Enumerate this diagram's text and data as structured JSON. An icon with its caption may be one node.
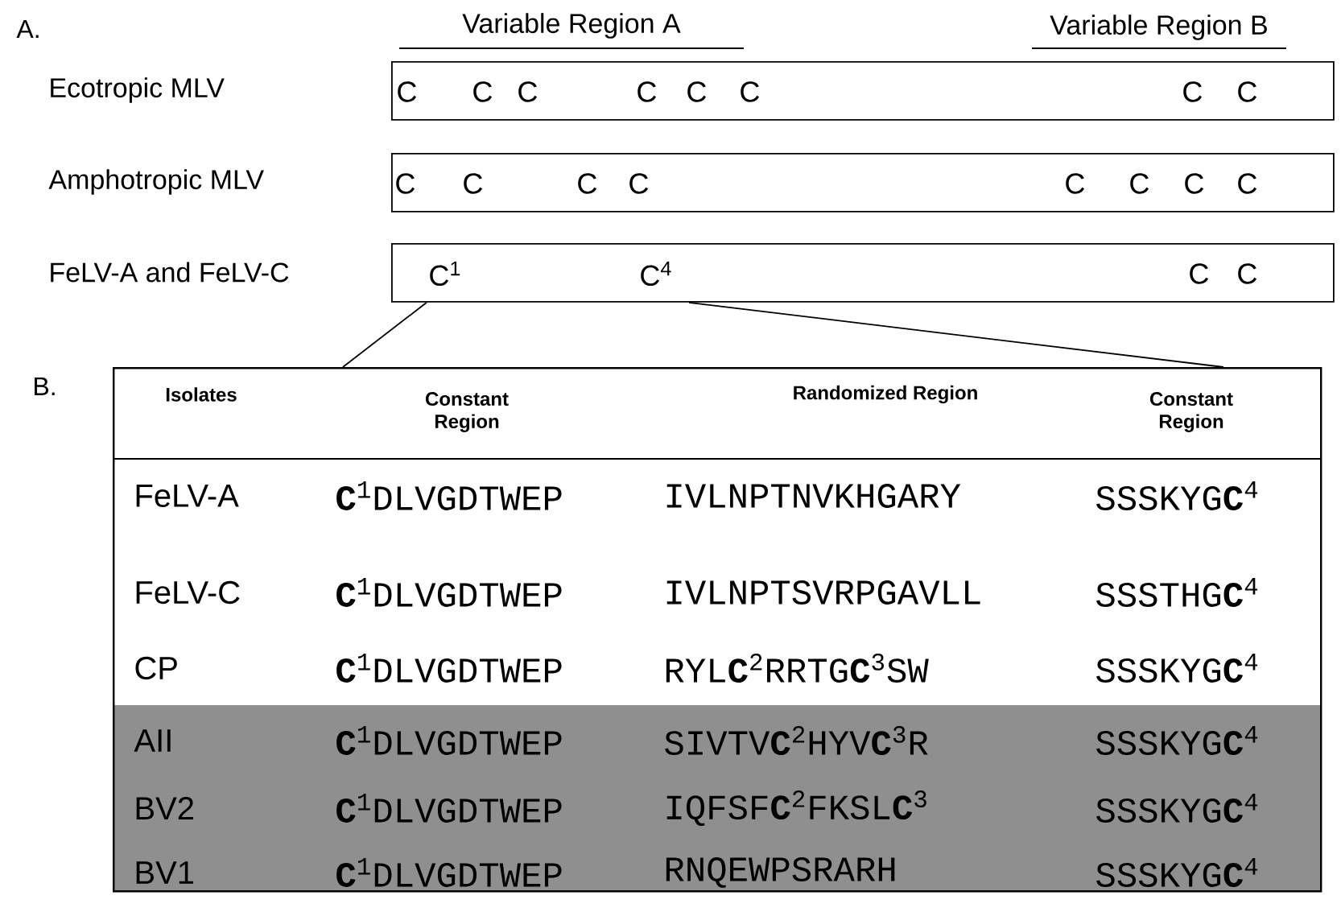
{
  "diagram": {
    "nodes": [
      {
        "text": [
          "C",
          "C",
          "C",
          "C",
          "C",
          "C",
          "C",
          "C"
        ]
      },
      {
        "text": [
          "C",
          "C",
          "C",
          "C",
          "C",
          "C",
          "C",
          "C"
        ]
      },
      {
        "text": [
          "C$^{1}$",
          "C$^{4}$",
          "C",
          "C"
        ]
      },
      {
        "text": [],
        "shape": "box"
      }
    ],
    "edges": [
      {
        "from": 2,
        "to": 3,
        "arrow": "none"
      },
      {
        "from": 2,
        "to": 3,
        "arrow": "none"
      }
    ],
    "labels": [
      "A.",
      "Variable Region A",
      "Variable Region B",
      "Ecotropic MLV",
      "Amphotropic MLV",
      "FeLV-A and FeLV-C",
      "B.",
      "Isolates",
      "Constant Region",
      "Randomized Region",
      "Constant Region",
      "FeLV-A",
      "**C**$^{1}$DLVGDTWEP",
      "IVLNPTNVKHGARY",
      "SSSKYG**C**$^{4}$",
      "FeLV-C",
      "**C**$^{1}$DLVGDTWEP",
      "IVLNPTSVRPGAVLL",
      "SSSTHG**C**$^{4}$",
      "CP",
      "**C**$^{1}$DLVGDTWEP",
      "RYL**C**$^{2}$RRTG**C**$^{3}$SW",
      "SSSKYG**C**$^{4}$",
      "AII",
      "**C**$^{1}$DLVGDTWEP",
      "SIVTV**C**$^{2}$HYV**C**$^{3}$R",
      "SSSKYG**C**$^{4}$",
      "BV2",
      "**C**$^{1}$DLVGDTWEP",
      "IQFSF**C**$^{2}$FKSL**C**$^{3}$",
      "SSSKYG**C**$^{4}$",
      "BV1",
      "**C**$^{1}$DLVGDTWEP",
      "RNQEWPSRARH",
      "SSSKYG**C**$^{4}$"
    ]
  }
}
